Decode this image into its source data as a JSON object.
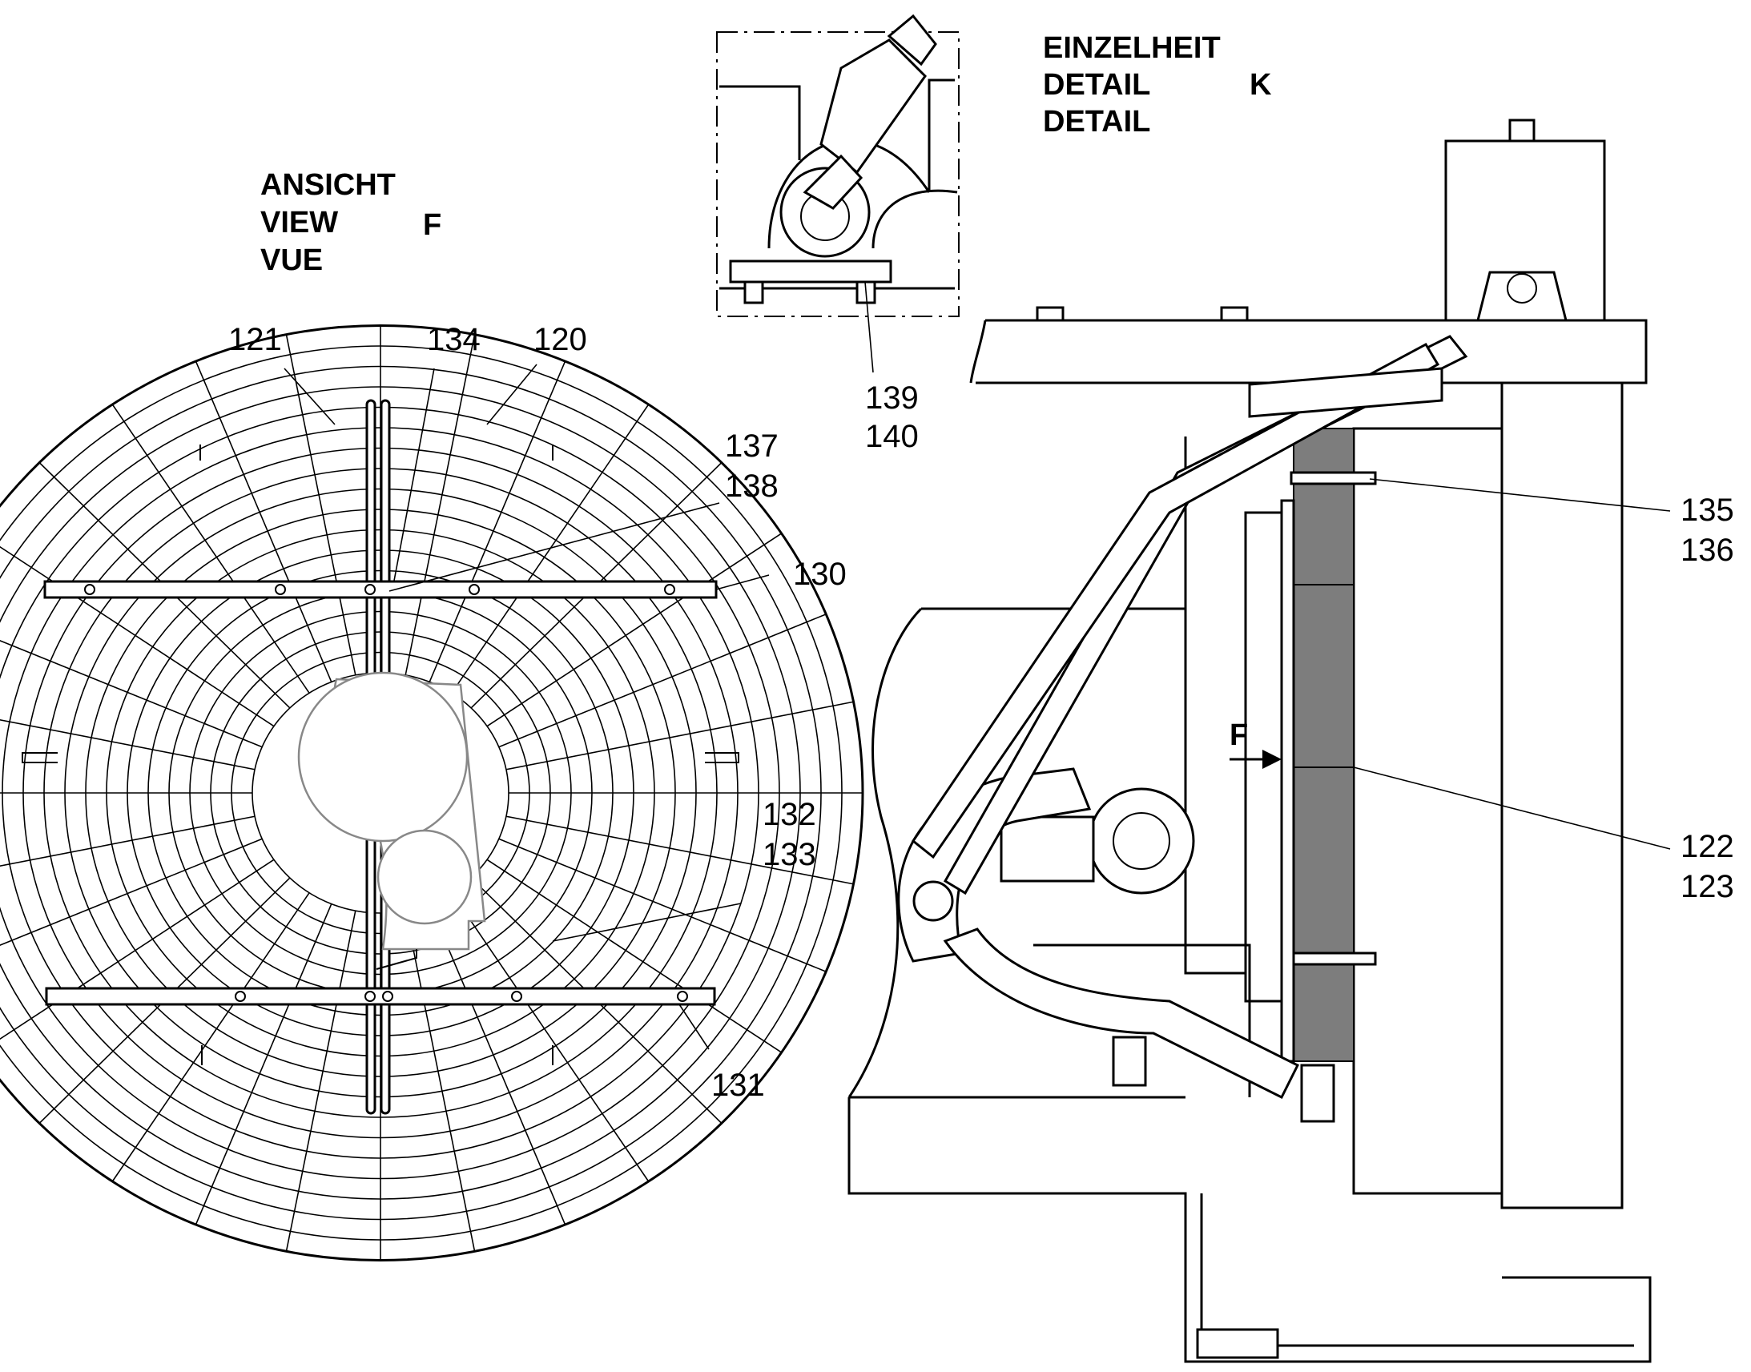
{
  "view_f": {
    "title_lines": [
      "ANSICHT",
      "VIEW",
      "VUE"
    ],
    "letter": "F"
  },
  "detail_k": {
    "title_lines": [
      "EINZELHEIT",
      "DETAIL",
      "DETAIL"
    ],
    "letter": "K"
  },
  "arrow_label": "F",
  "callouts": {
    "c121": "121",
    "c134": "134",
    "c120": "120",
    "c137": "137",
    "c138": "138",
    "c130": "130",
    "c132": "132",
    "c133": "133",
    "c131": "131",
    "c139": "139",
    "c140": "140",
    "c135": "135",
    "c136": "136",
    "c122": "122",
    "c123": "123"
  },
  "colors": {
    "line": "#000000",
    "background": "#ffffff",
    "radiator_core": "#7d7d7d"
  }
}
